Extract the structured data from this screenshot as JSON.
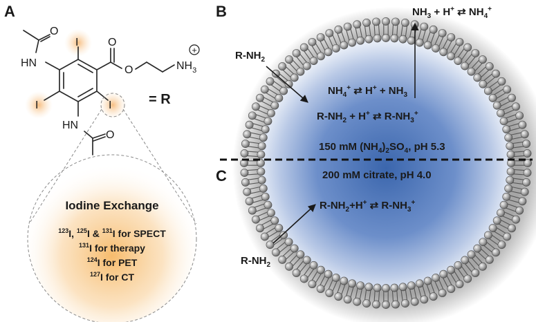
{
  "colors": {
    "iodine_highlight": "#f7c58a",
    "liposome_core": "#3f6fb5",
    "liposome_edge": "#c9d6ec",
    "lipid_head": "#9a9a9a",
    "lipid_tail": "#555555",
    "divider": "#111111"
  },
  "panels": {
    "a": "A",
    "b": "B",
    "c": "C"
  },
  "molecule": {
    "atom_n_left": "HN",
    "atom_n_bottom": "HN",
    "atom_o_top": "O",
    "atom_o_carbonyl": "O",
    "atom_o_ester": "O",
    "atom_i_top": "I",
    "atom_i_left": "I",
    "atom_i_right": "I",
    "amine": "NH",
    "amine_sub": "3",
    "plus_symbol": "+",
    "equals_label": "= R"
  },
  "iodine_exchange": {
    "title": "Iodine Exchange",
    "line1": {
      "s1": "123",
      "t1": "I, ",
      "s2": "125",
      "t2": "I & ",
      "s3": "131",
      "t3": "I for SPECT"
    },
    "line2": {
      "s1": "131",
      "t1": "I for therapy"
    },
    "line3": {
      "s1": "124",
      "t1": "I for PET"
    },
    "line4": {
      "s1": "127",
      "t1": "I for CT"
    }
  },
  "liposome": {
    "outside_eq": {
      "a": "NH",
      "a_sub": "3",
      "b": " + H",
      "b_sup": "+",
      "arrow": " ⇄ ",
      "c": "NH",
      "c_sub": "4",
      "c_sup": "+"
    },
    "label_top": {
      "a": "R-NH",
      "a_sub": "2"
    },
    "label_bottom": {
      "a": "R-NH",
      "a_sub": "2"
    },
    "eq1": {
      "a": "NH",
      "a_sub": "4",
      "a_sup": "+",
      "arrow": " ⇄ ",
      "b": "H",
      "b_sup": "+",
      "c": " + NH",
      "c_sub": "3"
    },
    "eq2": {
      "a": "R-NH",
      "a_sub": "2",
      "b": " + H",
      "b_sup": "+",
      "arrow": " ⇄ ",
      "c": "R-NH",
      "c_sub": "3",
      "c_sup": "+"
    },
    "buffer_b": {
      "a": "150 mM (NH",
      "a_sub": "4",
      "b": ")",
      "b_sub": "2",
      "c": "SO",
      "c_sub": "4",
      "d": ", pH 5.3"
    },
    "buffer_c": "200 mM citrate, pH 4.0",
    "eq3": {
      "a": "R-NH",
      "a_sub": "2",
      "b": "+H",
      "b_sup": "+",
      "arrow": " ⇄ ",
      "c": "R-NH",
      "c_sub": "3",
      "c_sup": "+"
    }
  }
}
